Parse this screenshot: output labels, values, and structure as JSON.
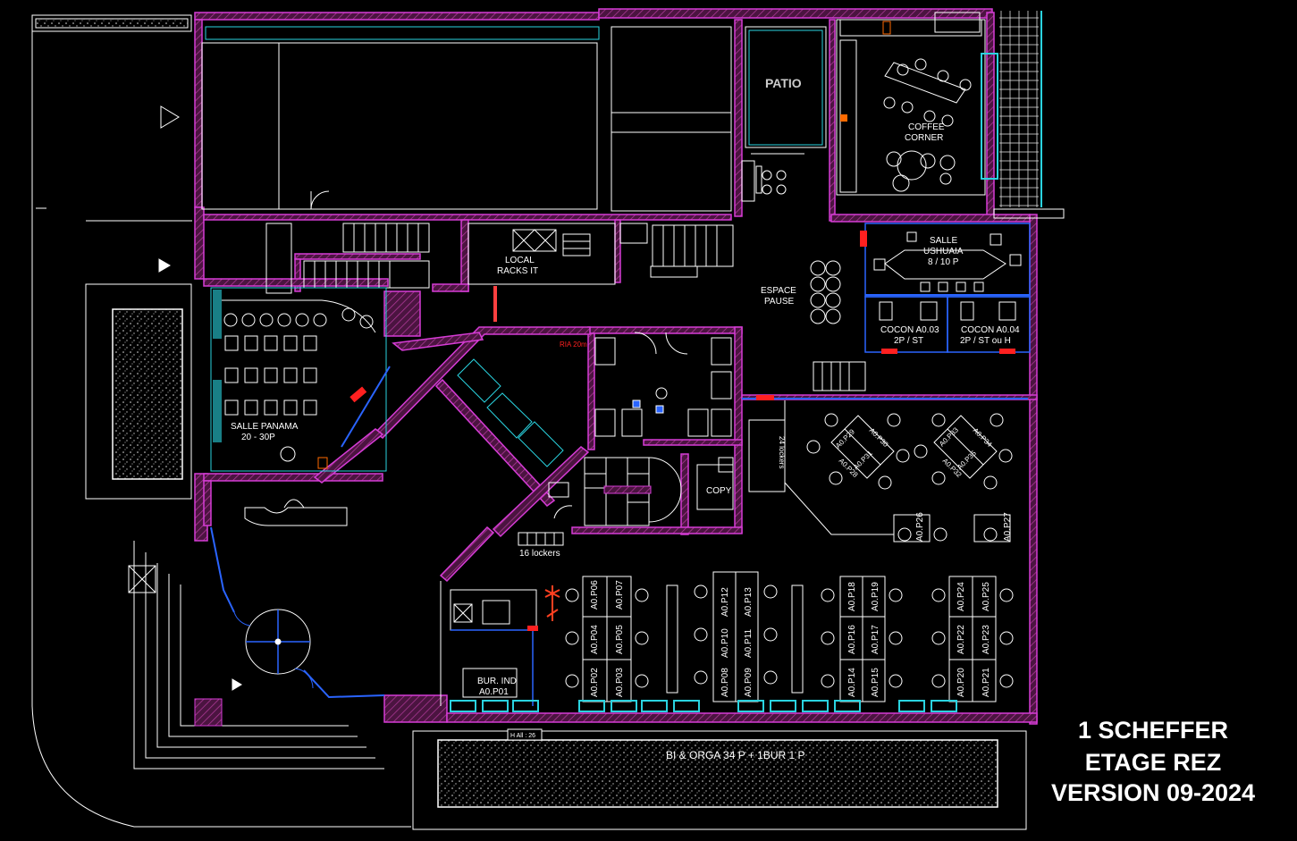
{
  "title": {
    "line1": "1 SCHEFFER",
    "line2": "ETAGE REZ",
    "line3": "VERSION 09-2024"
  },
  "rooms": {
    "patio": "PATIO",
    "coffee_1": "COFFEE",
    "coffee_2": "CORNER",
    "salle_ushuaia_1": "SALLE",
    "salle_ushuaia_2": "USHUAIA",
    "salle_ushuaia_3": "8 / 10 P",
    "local_racks_1": "LOCAL",
    "local_racks_2": "RACKS IT",
    "espace_pause_1": "ESPACE",
    "espace_pause_2": "PAUSE",
    "cocon_a003_1": "COCON A0.03",
    "cocon_a003_2": "2P / ST",
    "cocon_a004_1": "COCON A0.04",
    "cocon_a004_2": "2P / ST ou H",
    "salle_panama_1": "SALLE PANAMA",
    "salle_panama_2": "20 - 30P",
    "ria": "RIA 20m",
    "lockers_24": "24 lockers",
    "lockers_16": "16 lockers",
    "copy": "COPY",
    "bur_ind_1": "BUR. IND",
    "bur_ind_2": "A0.P01",
    "bi_orga": "BI & ORGA  34 P + 1BUR 1 P",
    "hall": "H All : 26"
  },
  "desks": {
    "p02": "A0.P02",
    "p03": "A0.P03",
    "p04": "A0.P04",
    "p05": "A0.P05",
    "p06": "A0.P06",
    "p07": "A0.P07",
    "p08": "A0.P08",
    "p09": "A0.P09",
    "p10": "A0.P10",
    "p11": "A0.P11",
    "p12": "A0.P12",
    "p13": "A0.P13",
    "p14": "A0.P14",
    "p15": "A0.P15",
    "p16": "A0.P16",
    "p17": "A0.P17",
    "p18": "A0.P18",
    "p19": "A0.P19",
    "p20": "A0.P20",
    "p21": "A0.P21",
    "p22": "A0.P22",
    "p23": "A0.P23",
    "p24": "A0.P24",
    "p25": "A0.P25",
    "p26": "A0.P26",
    "p27": "A0.P27",
    "p28": "A0.P28",
    "p29": "A0.P29",
    "p30": "A0.P30",
    "p31": "A0.P31",
    "p32": "A0.P32",
    "p33": "A0.P33",
    "p34": "A0.P34",
    "p35": "A0.P35"
  },
  "colors": {
    "wall": "#d63cd6",
    "wall_fill": "#6a1f52",
    "glass": "#2ad3e0",
    "door": "#2a64ff",
    "line": "#ffffff",
    "alert": "#ff2020"
  }
}
